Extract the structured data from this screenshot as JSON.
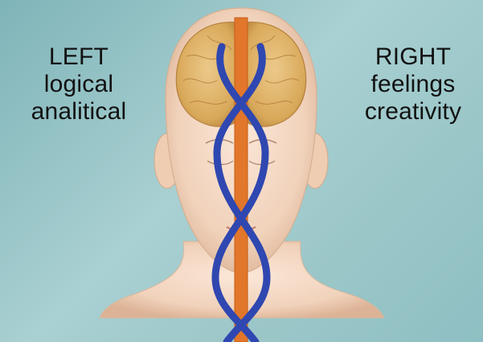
{
  "left_panel": {
    "title": "LEFT",
    "line1": "logical",
    "line2": "analitical"
  },
  "right_panel": {
    "title": "RIGHT",
    "line1": "feelings",
    "line2": "creativity"
  },
  "colors": {
    "background": "#9cc7c9",
    "skin": "#f4d6bf",
    "brain": "#e0b466",
    "spine_axis": "#e2762a",
    "channels": "#2f47b0",
    "text": "#111111"
  },
  "icons": {
    "figure": "head-with-brain-and-energy-channels-illustration"
  }
}
